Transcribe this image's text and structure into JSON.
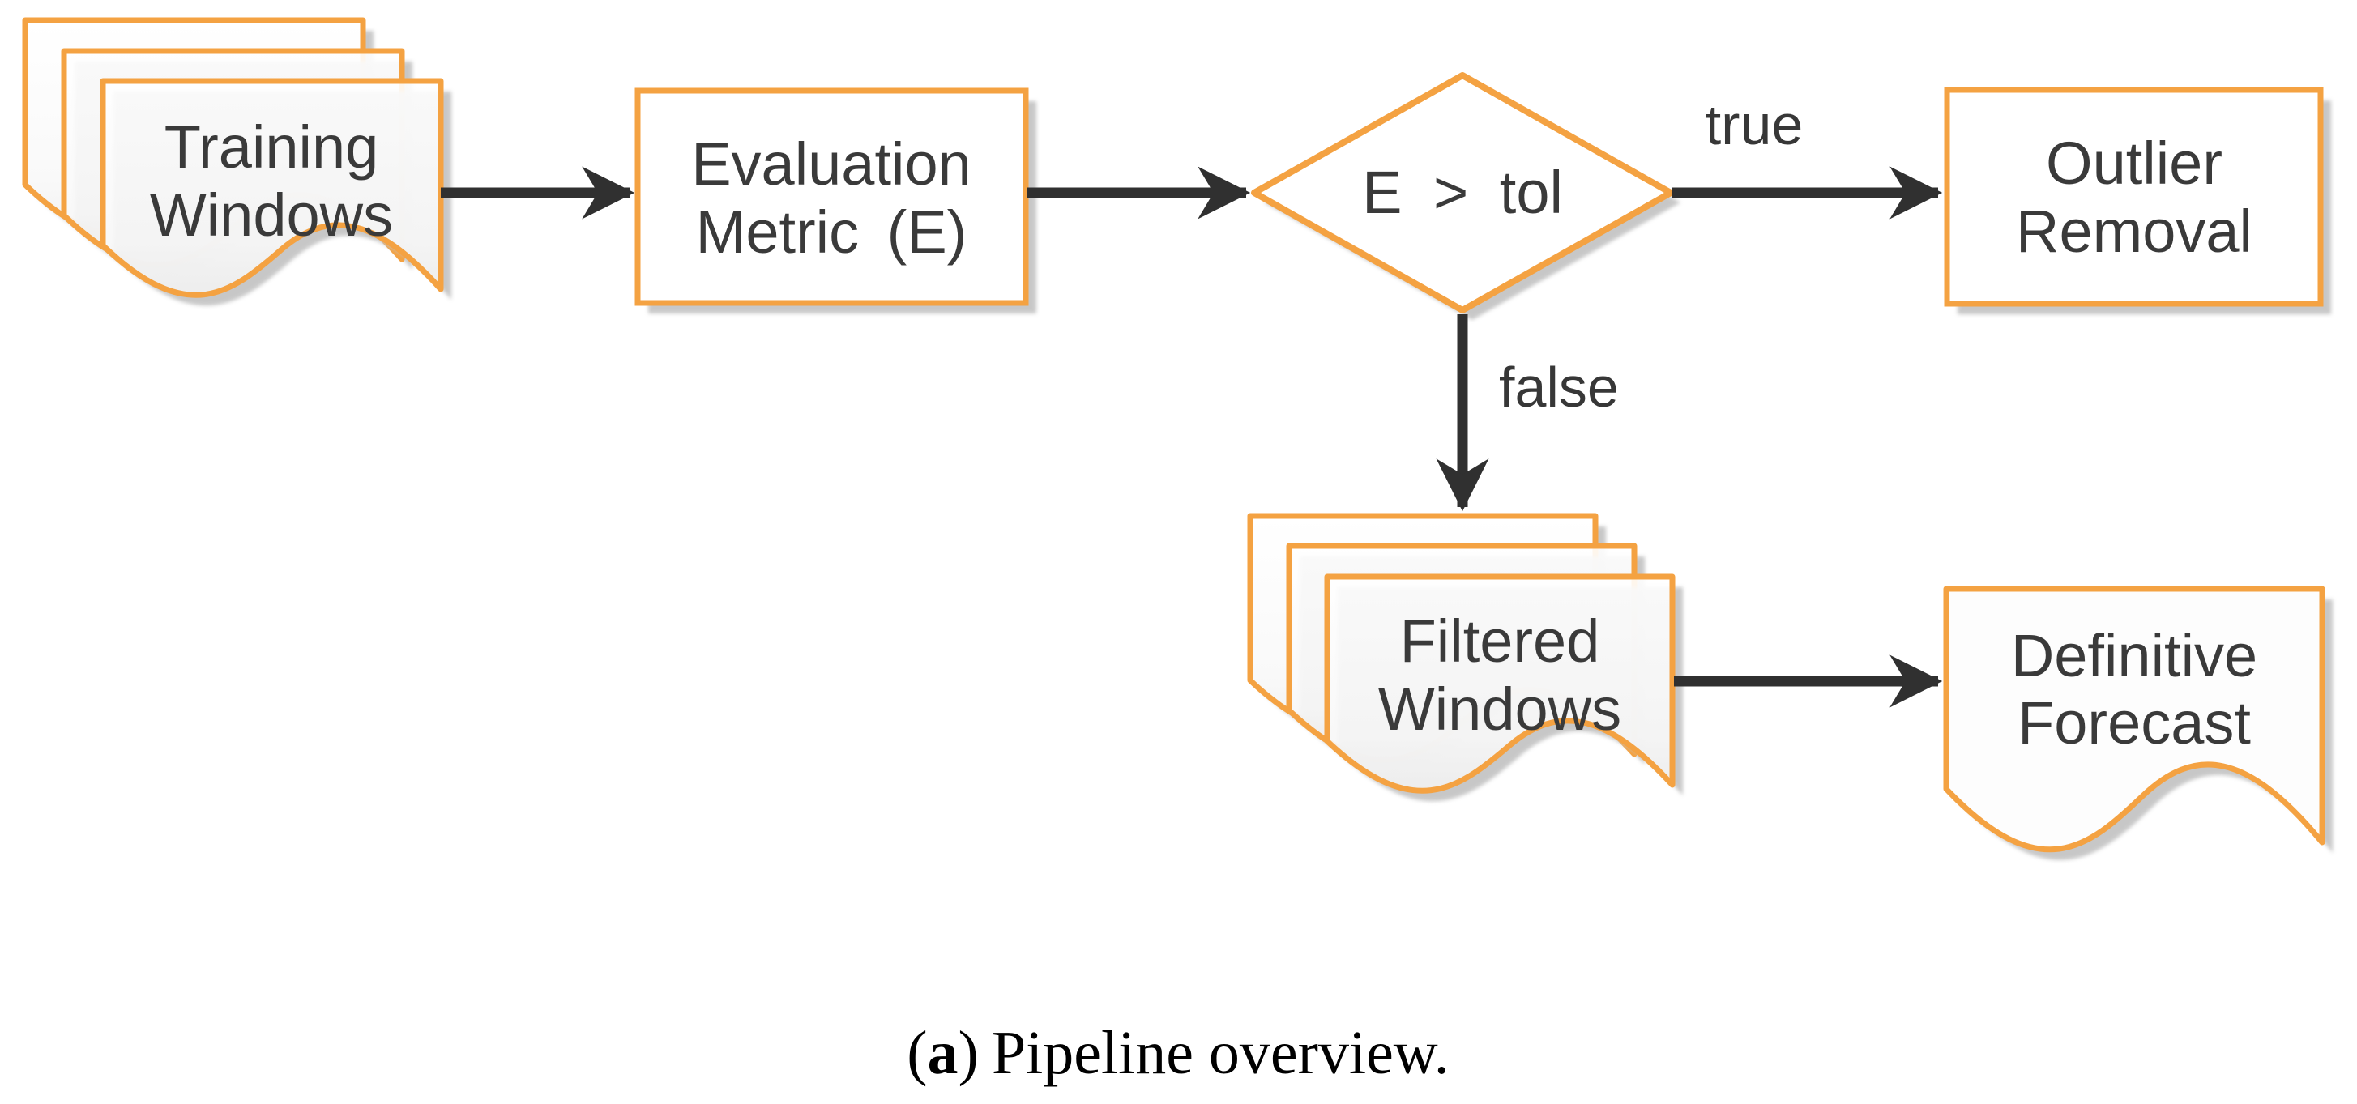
{
  "figure": {
    "caption": {
      "open": "(",
      "marker": "a",
      "close": ")",
      "text": "Pipeline overview."
    }
  },
  "colors": {
    "accent_orange": "#f4a242",
    "arrow_dark": "#303030",
    "node_text": "#3a3a3a",
    "shadow_gray": "#c2c2c2",
    "background": "#ffffff"
  },
  "nodes": {
    "training_windows": {
      "type": "document-stack",
      "line1": "Training",
      "line2": "Windows"
    },
    "evaluation_metric": {
      "type": "process",
      "line1": "Evaluation",
      "line2": "Metric (E)"
    },
    "decision": {
      "type": "decision",
      "label": "E > tol"
    },
    "outlier_removal": {
      "type": "process",
      "line1": "Outlier",
      "line2": "Removal"
    },
    "filtered_windows": {
      "type": "document-stack",
      "line1": "Filtered",
      "line2": "Windows"
    },
    "definitive_forecast": {
      "type": "document",
      "line1": "Definitive",
      "line2": "Forecast"
    }
  },
  "edges": {
    "training_to_metric": {
      "label": ""
    },
    "metric_to_decision": {
      "label": ""
    },
    "decision_true": {
      "label": "true"
    },
    "decision_false": {
      "label": "false"
    },
    "filtered_to_forecast": {
      "label": ""
    }
  }
}
